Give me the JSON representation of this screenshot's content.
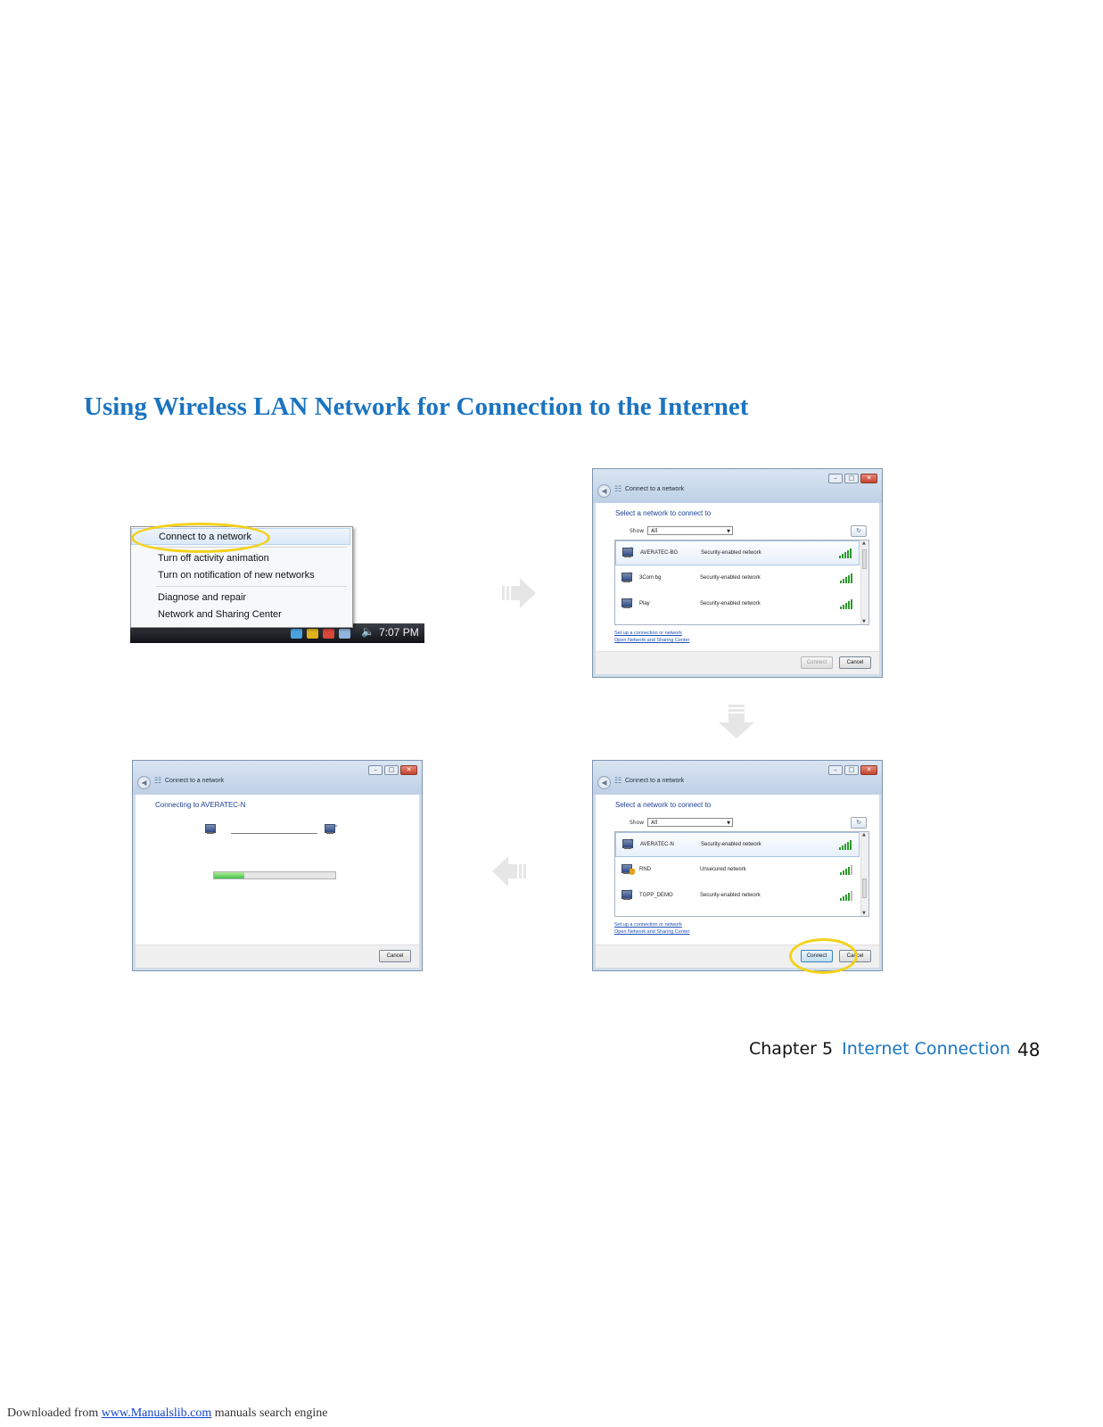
{
  "page": {
    "title": "Using Wireless LAN Network for Connection to the Internet",
    "chapter_label": "Chapter 5",
    "chapter_name": "Internet Connection",
    "page_number": "48",
    "download_prefix": "Downloaded from ",
    "download_link": "www.Manualslib.com",
    "download_suffix": " manuals search engine"
  },
  "context_menu": {
    "items": [
      "Connect to a network",
      "Turn off activity animation",
      "Turn on notification of new networks",
      "Diagnose and repair",
      "Network and Sharing Center"
    ],
    "clock": "7:07 PM"
  },
  "dialog_select": {
    "title": "Connect to a network",
    "heading": "Select a network to connect to",
    "show_label": "Show",
    "show_value": "All",
    "networks": [
      {
        "name": "AVERATEC-BG",
        "security": "Security-enabled network"
      },
      {
        "name": "3Com bg",
        "security": "Security-enabled network"
      },
      {
        "name": "Play",
        "security": "Security-enabled network"
      }
    ],
    "link_setup": "Set up a connection or network",
    "link_center": "Open Network and Sharing Center",
    "connect_label": "Connect",
    "cancel_label": "Cancel"
  },
  "dialog_select2": {
    "title": "Connect to a network",
    "heading": "Select a network to connect to",
    "show_label": "Show",
    "show_value": "All",
    "networks": [
      {
        "name": "AVERATEC-N",
        "security": "Security-enabled network"
      },
      {
        "name": "RND",
        "security": "Unsecured network"
      },
      {
        "name": "TGPP_DEMO",
        "security": "Security-enabled network"
      }
    ],
    "link_setup": "Set up a connection or network",
    "link_center": "Open Network and Sharing Center",
    "connect_label": "Connect",
    "cancel_label": "Cancel"
  },
  "dialog_connecting": {
    "title": "Connect to a network",
    "heading": "Connecting to AVERATEC-N",
    "progress": 0.25,
    "cancel_label": "Cancel"
  },
  "colors": {
    "accent_blue": "#1b74c0",
    "highlight_yellow": "#f2d21b",
    "signal_green": "#2e9b2e"
  }
}
